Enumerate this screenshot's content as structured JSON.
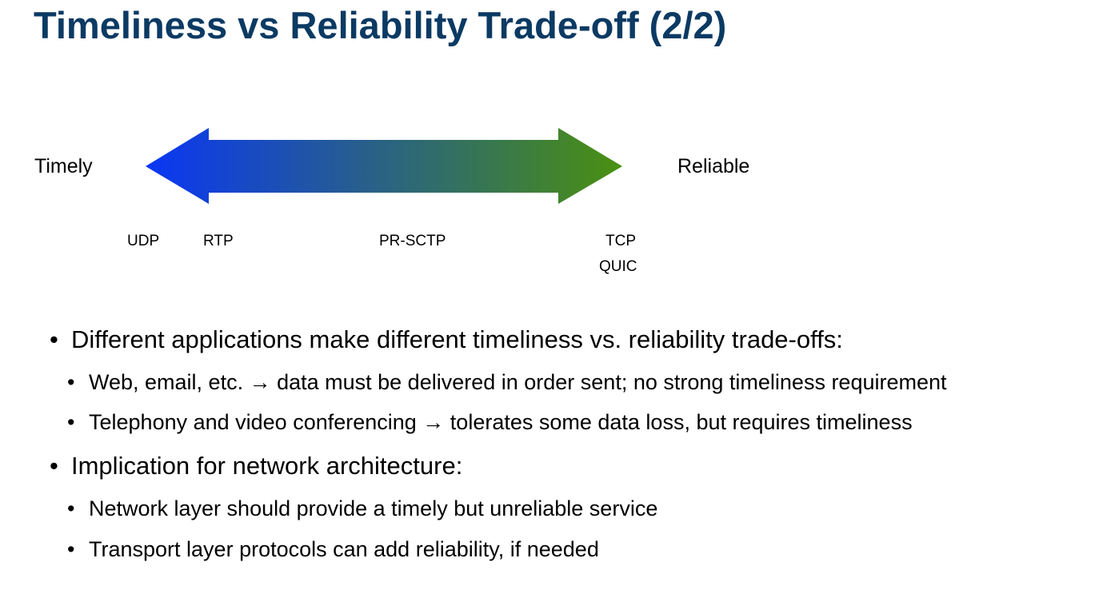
{
  "slide": {
    "title": "Timeliness vs Reliability Trade-off (2/2)",
    "title_color": "#0b3a63"
  },
  "spectrum": {
    "left_label": "Timely",
    "right_label": "Reliable",
    "arrow_gradient_start": "#0a36f5",
    "arrow_gradient_end": "#4a9010",
    "protocols": [
      "UDP",
      "RTP",
      "PR-SCTP",
      "TCP",
      "QUIC"
    ]
  },
  "bullets": [
    {
      "level": 1,
      "marker": "•",
      "text": "Different applications make different timeliness vs. reliability trade-offs:"
    },
    {
      "level": 2,
      "marker": "•",
      "text": "Web, email, etc. → data must be delivered in order sent; no strong timeliness requirement"
    },
    {
      "level": 2,
      "marker": "•",
      "text": "Telephony and video conferencing → tolerates some data loss, but requires timeliness"
    },
    {
      "level": 1,
      "marker": "•",
      "text": "Implication for network architecture:"
    },
    {
      "level": 2,
      "marker": "•",
      "text": "Network layer should provide a timely but unreliable service"
    },
    {
      "level": 2,
      "marker": "•",
      "text": "Transport layer protocols can add reliability, if needed"
    }
  ]
}
